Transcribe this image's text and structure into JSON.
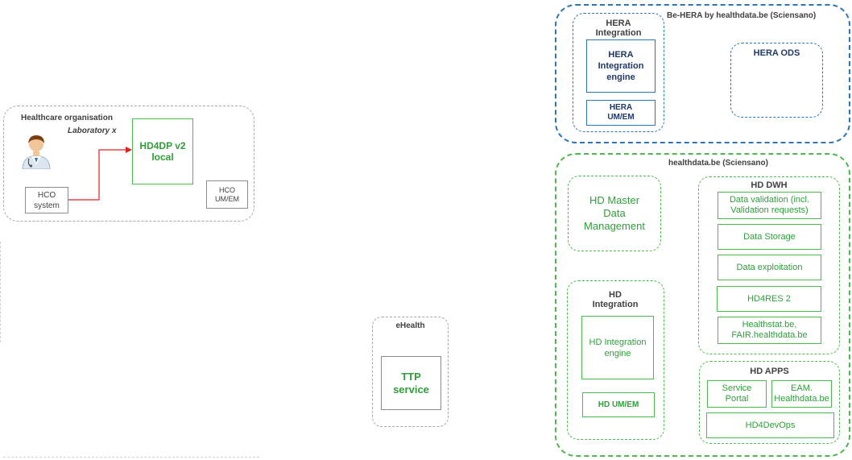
{
  "healthcare_org": {
    "title": "Healthcare organisation",
    "lab": "Laboratory x",
    "hco_system": "HCO system",
    "hd4dp": "HD4DP v2 local",
    "hco_umem": "HCO UM/EM",
    "avatar_icon": "doctor-icon"
  },
  "ehealth": {
    "title": "eHealth",
    "ttp": "TTP service"
  },
  "behera": {
    "title": "Be-HERA by healthdata.be (Sciensano)",
    "integration_title": "HERA Integration",
    "integration_engine": "HERA Integration engine",
    "umem": "HERA UM/EM",
    "ods": "HERA ODS"
  },
  "healthdata": {
    "title": "healthdata.be (Sciensano)",
    "master": "HD Master Data Management",
    "hd_integration_title": "HD Integration",
    "hd_integration_engine": "HD Integration engine",
    "hd_umem": "HD UM/EM",
    "dwh_title": "HD DWH",
    "dwh_items": [
      "Data validation (incl. Validation requests)",
      "Data Storage",
      "Data exploitation",
      "HD4RES 2",
      "Healthstat.be, FAIR.healthdata.be"
    ],
    "apps_title": "HD APPS",
    "service_portal": "Service Portal",
    "eam": "EAM. Healthdata.be",
    "devops": "HD4DevOps"
  },
  "colors": {
    "green": "#2e9e3a",
    "blue": "#2e75b6",
    "arrow": "#e02020"
  }
}
